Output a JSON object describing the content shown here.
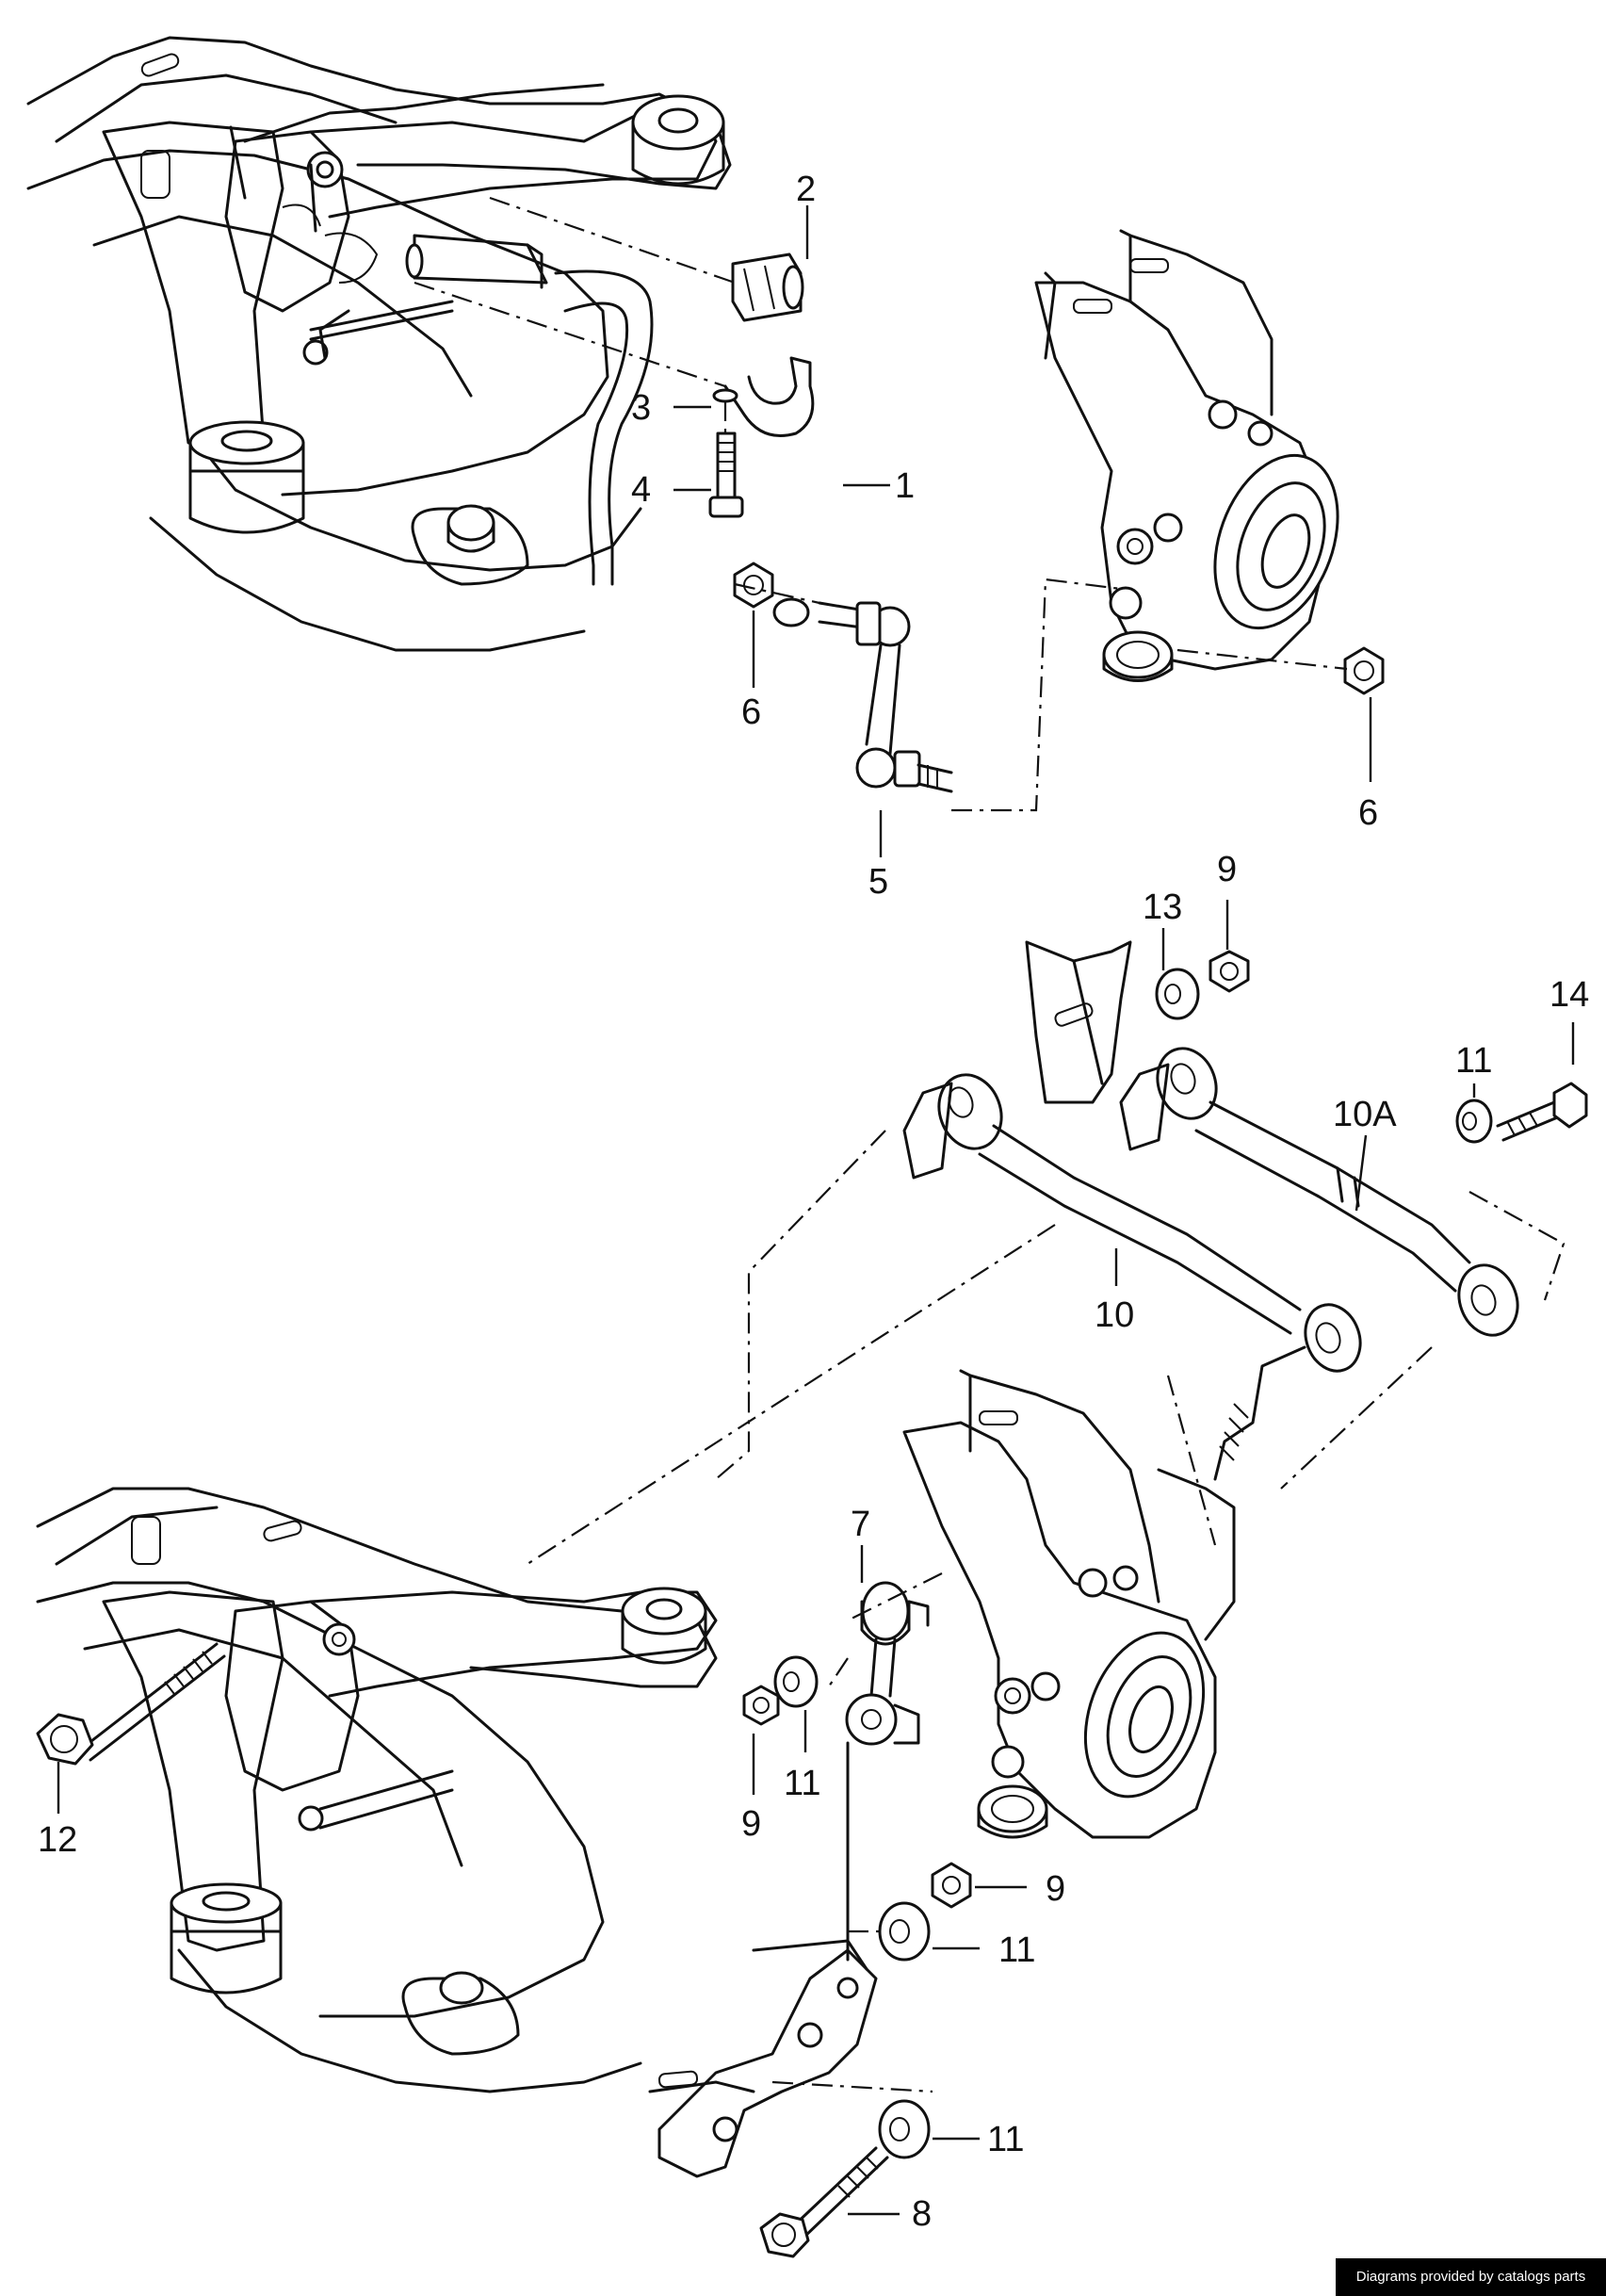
{
  "callouts": {
    "c1": "1",
    "c2": "2",
    "c3": "3",
    "c4": "4",
    "c5": "5",
    "c6a": "6",
    "c6b": "6",
    "c7": "7",
    "c8": "8",
    "c9a": "9",
    "c9b": "9",
    "c9c": "9",
    "c10": "10",
    "c10a": "10A",
    "c11a": "11",
    "c11b": "11",
    "c11c": "11",
    "c11d": "11",
    "c12": "12",
    "c13": "13",
    "c14": "14"
  },
  "watermark": "Diagrams provided by catalogs parts"
}
